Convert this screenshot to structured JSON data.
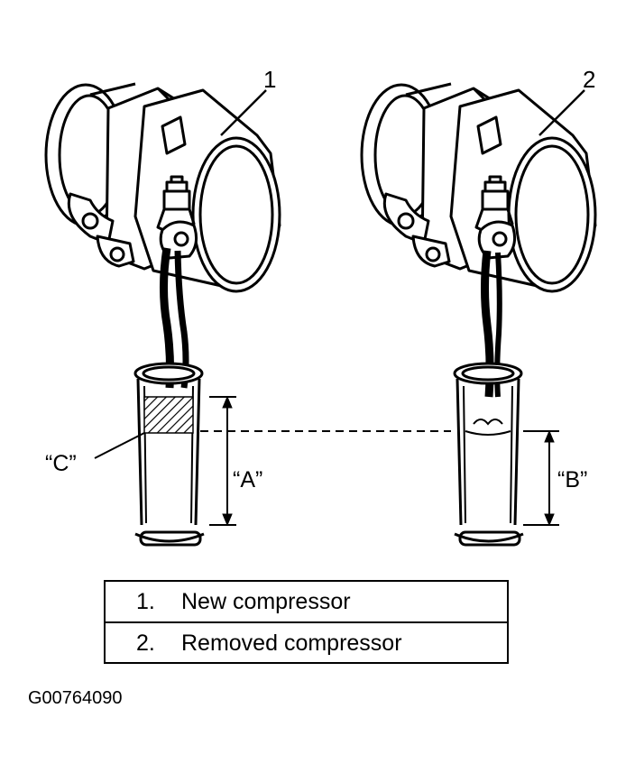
{
  "callouts": {
    "item1": "1",
    "item2": "2",
    "level_a": "“A”",
    "level_b": "“B”",
    "level_c": "“C”"
  },
  "legend": {
    "rows": [
      {
        "num": "1.",
        "text": "New compressor"
      },
      {
        "num": "2.",
        "text": "Removed compressor"
      }
    ]
  },
  "figure_id": "G00764090"
}
